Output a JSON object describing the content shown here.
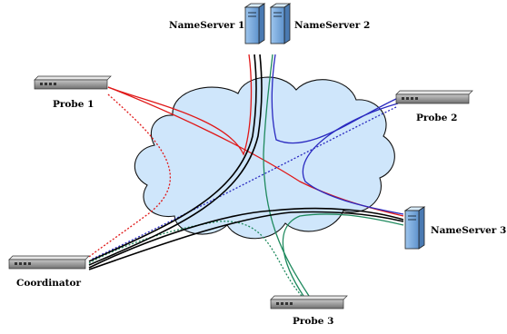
{
  "nodes": {
    "nameserver1": {
      "label": "NameServer 1",
      "icon": "server-tower-icon"
    },
    "nameserver2": {
      "label": "NameServer 2",
      "icon": "server-tower-icon"
    },
    "nameserver3": {
      "label": "NameServer 3",
      "icon": "server-tower-icon"
    },
    "probe1": {
      "label": "Probe 1",
      "icon": "network-device-icon"
    },
    "probe2": {
      "label": "Probe 2",
      "icon": "network-device-icon"
    },
    "probe3": {
      "label": "Probe 3",
      "icon": "network-device-icon"
    },
    "coordinator": {
      "label": "Coordinator",
      "icon": "network-device-icon"
    }
  },
  "cloud": {
    "icon": "network-cloud-icon",
    "fill": "#cfe6fb",
    "stroke": "#111111"
  },
  "link_colors": {
    "red": "#e01818",
    "blue": "#2a2ac0",
    "green": "#1f8a5e",
    "black": "#000000"
  }
}
